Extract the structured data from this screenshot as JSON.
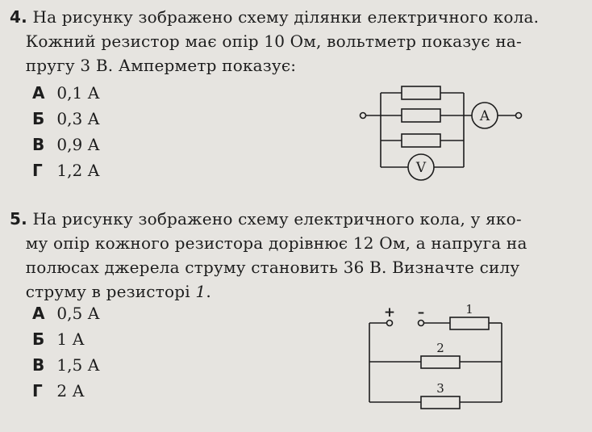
{
  "question4": {
    "number": "4.",
    "line1": "На рисунку зображено схему ділянки електричного кола.",
    "line2": "Кожний резистор має опір 10 Ом, вольтметр показує на-",
    "line3": "пругу 3 В. Амперметр показує:",
    "options": [
      {
        "letter": "А",
        "text": "0,1 А"
      },
      {
        "letter": "Б",
        "text": "0,3 А"
      },
      {
        "letter": "В",
        "text": "0,9 А"
      },
      {
        "letter": "Г",
        "text": "1,2 А"
      }
    ],
    "circuit": {
      "ammeter_label": "A",
      "voltmeter_label": "V"
    }
  },
  "question5": {
    "number": "5.",
    "line1": "На рисунку зображено схему електричного кола, у яко-",
    "line2": "му опір кожного резистора дорівнює 12 Ом, а напруга на",
    "line3": "полюсах джерела струму становить 36 В. Визначте силу",
    "line4_pre": "струму в резисторі ",
    "line4_num": "1",
    "line4_post": ".",
    "options": [
      {
        "letter": "А",
        "text": "0,5 А"
      },
      {
        "letter": "Б",
        "text": "1 А"
      },
      {
        "letter": "В",
        "text": "1,5 А"
      },
      {
        "letter": "Г",
        "text": "2 А"
      }
    ],
    "circuit": {
      "plus": "+",
      "minus": "–",
      "r1": "1",
      "r2": "2",
      "r3": "3"
    }
  },
  "colors": {
    "paper": "#e6e4e0",
    "ink": "#1d1d1d",
    "bleed": "#9a9896"
  }
}
